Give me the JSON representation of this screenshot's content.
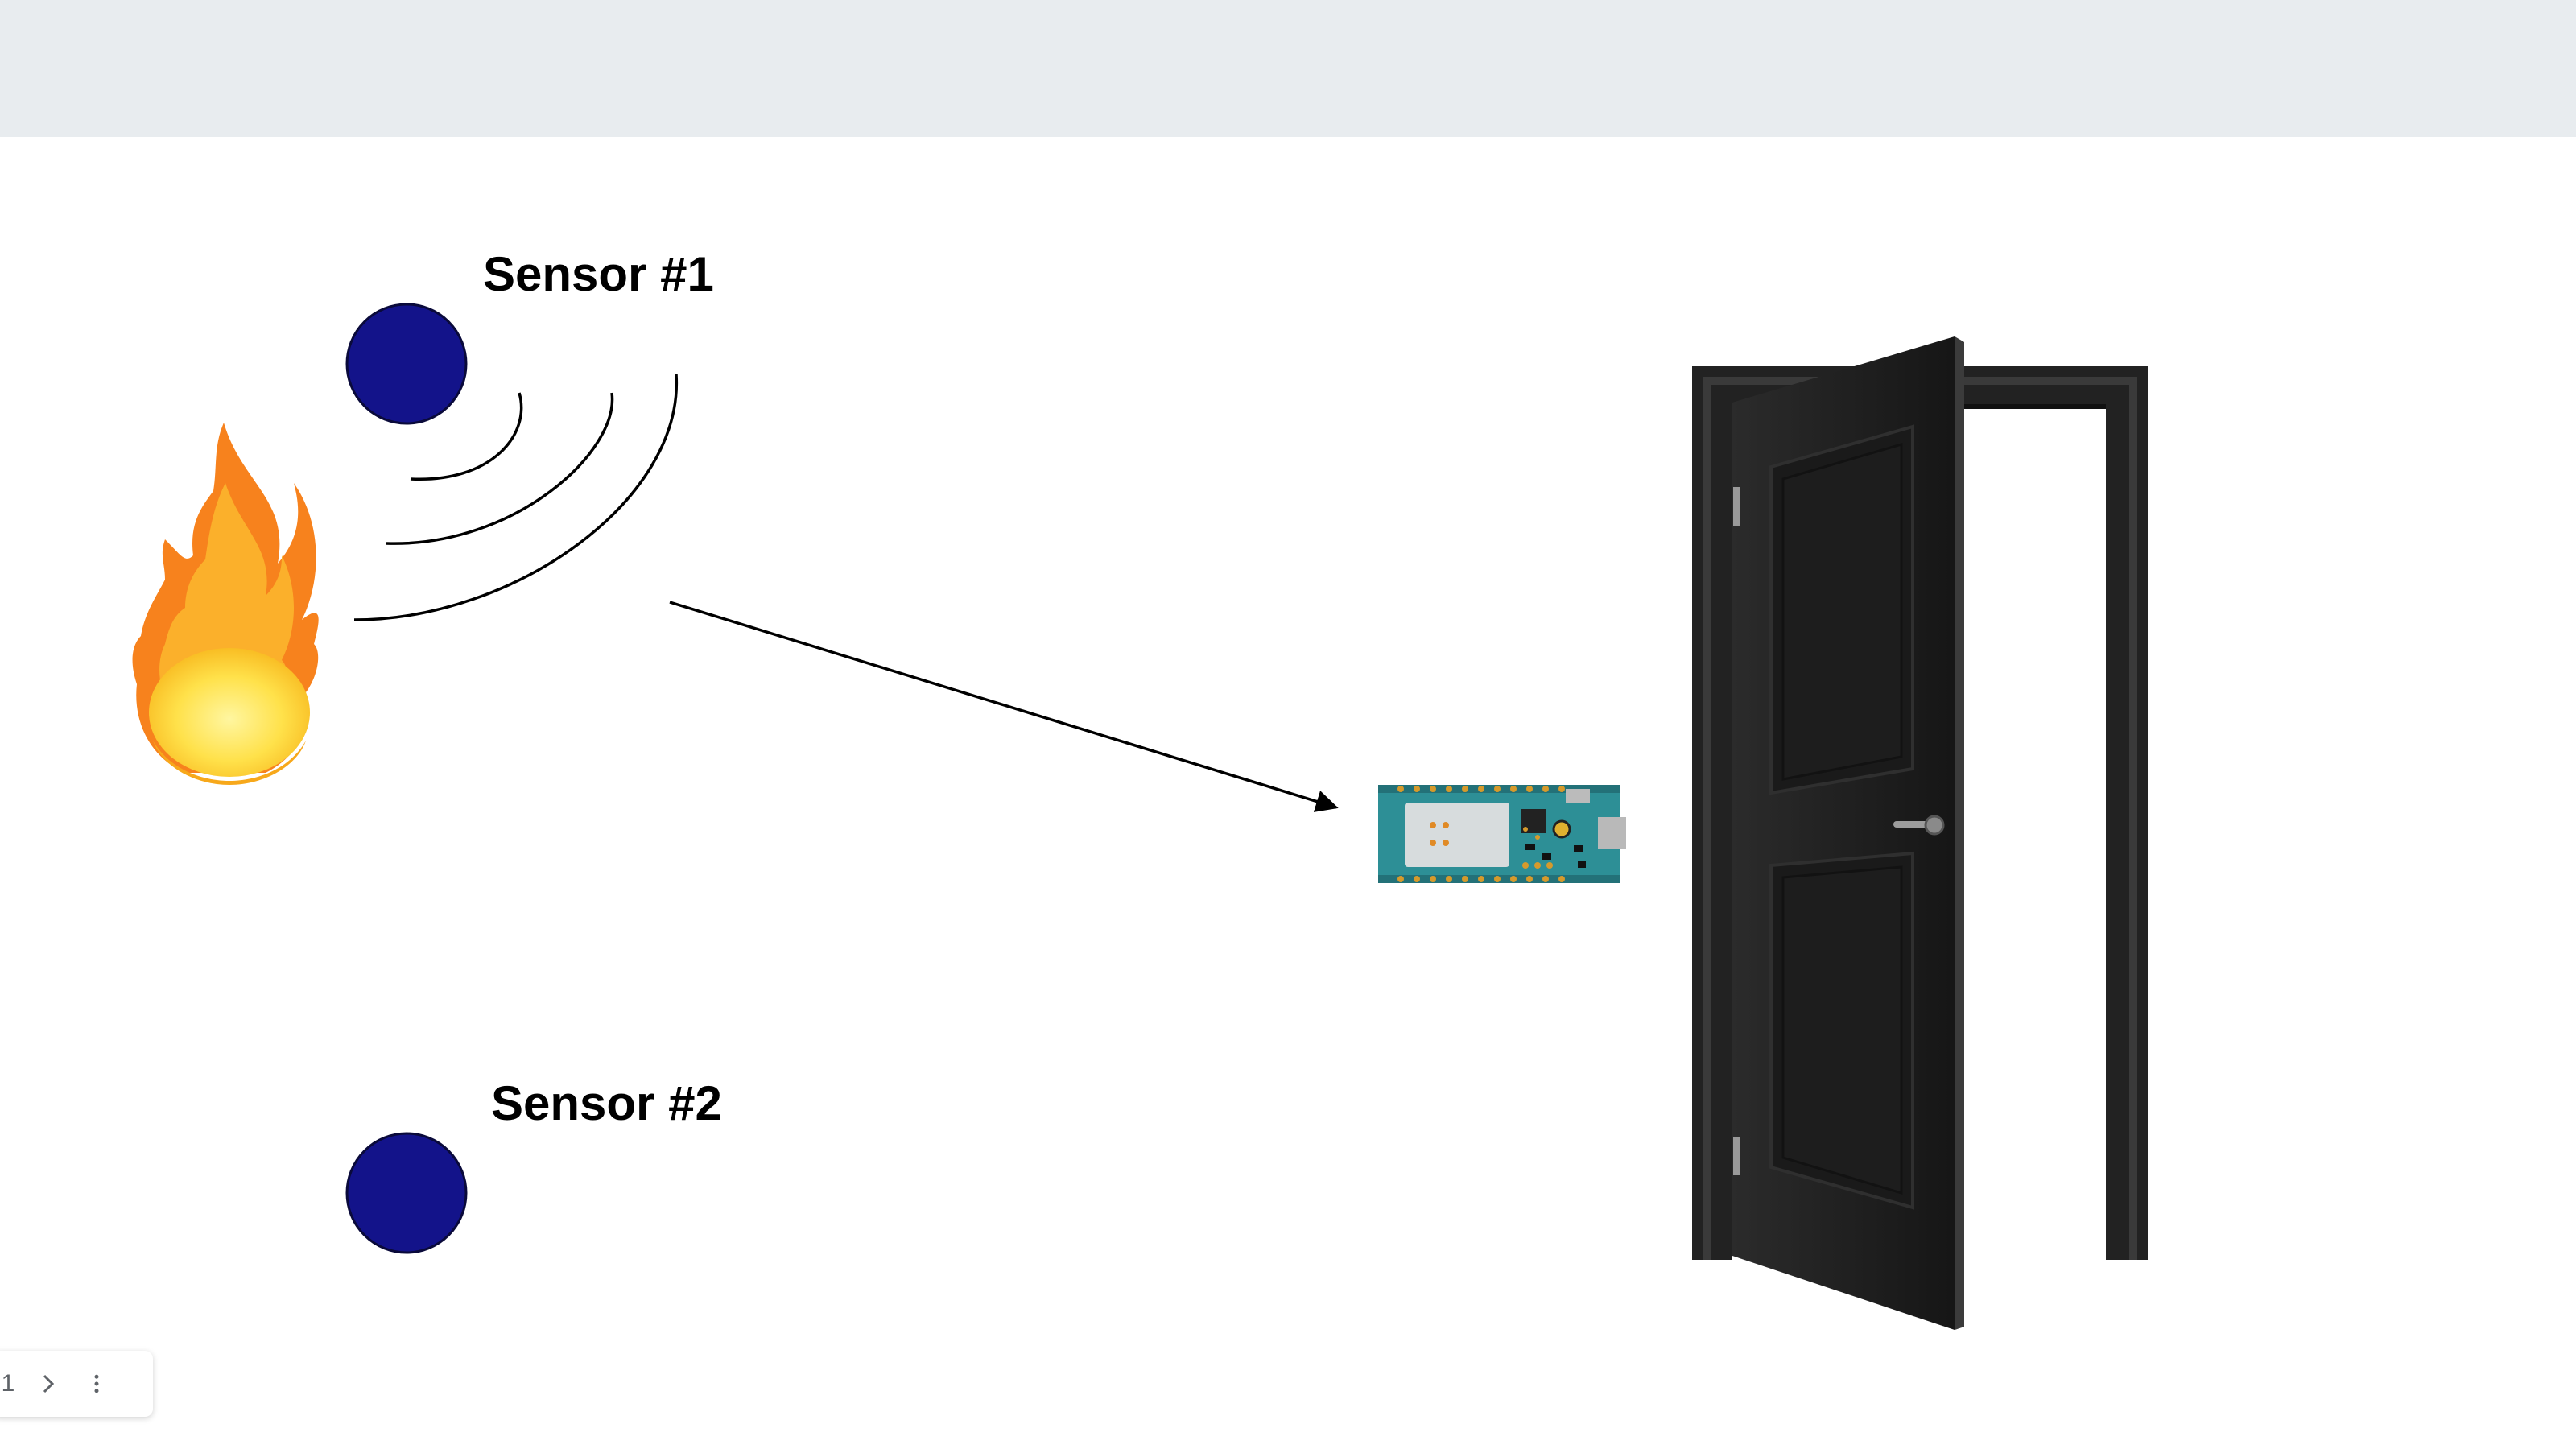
{
  "diagram": {
    "sensors": [
      {
        "label": "Sensor #1",
        "color": "#13138a"
      },
      {
        "label": "Sensor #2",
        "color": "#13138a"
      }
    ],
    "icons": {
      "fire": "fire-icon",
      "board": "arduino-board-icon",
      "door": "open-door-icon"
    }
  },
  "pager": {
    "page": "1"
  },
  "colors": {
    "topbar": "#e8ecef",
    "door": "#1f1f1f",
    "board": "#2d8f96"
  }
}
